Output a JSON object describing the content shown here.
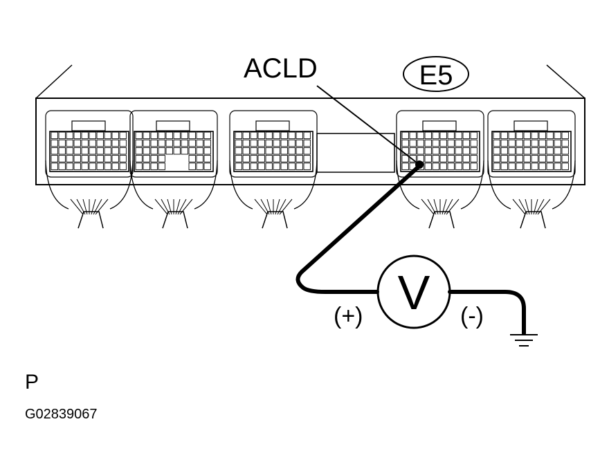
{
  "signal_label": "ACLD",
  "connector_label": "E5",
  "meter_symbol": "V",
  "positive_label": "(+)",
  "negative_label": "(-)",
  "corner_label": "P",
  "figure_code": "G02839067",
  "colors": {
    "ink": "#000000",
    "background": "#ffffff"
  }
}
